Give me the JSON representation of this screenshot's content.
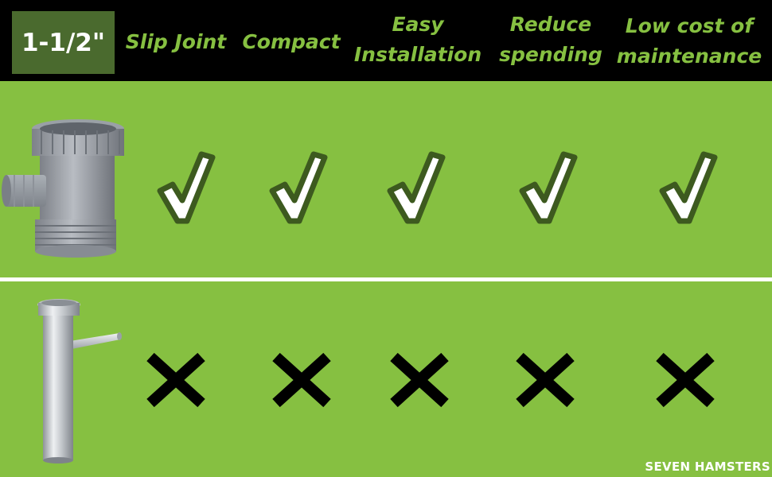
{
  "header": {
    "size_label": "1-1/2\"",
    "columns": [
      {
        "line1": "Slip Joint",
        "line2": ""
      },
      {
        "line1": "Compact",
        "line2": ""
      },
      {
        "line1": "Easy",
        "line2": "Installation"
      },
      {
        "line1": "Reduce",
        "line2": "spending"
      },
      {
        "line1": "Low cost of",
        "line2": "maintenance"
      }
    ]
  },
  "rows": [
    {
      "product_icon": "tee-fitting-icon",
      "marks": [
        "check",
        "check",
        "check",
        "check",
        "check"
      ]
    },
    {
      "product_icon": "tailpiece-pipe-icon",
      "marks": [
        "cross",
        "cross",
        "cross",
        "cross",
        "cross"
      ]
    }
  ],
  "brand": "SEVEN HAMSTERS",
  "colors": {
    "background": "#86c041",
    "header_bg": "#000000",
    "badge_bg": "#4a6a2e",
    "header_text": "#86c041",
    "check_fill": "#ffffff",
    "check_outline": "#3d5a1f",
    "cross": "#000000"
  }
}
